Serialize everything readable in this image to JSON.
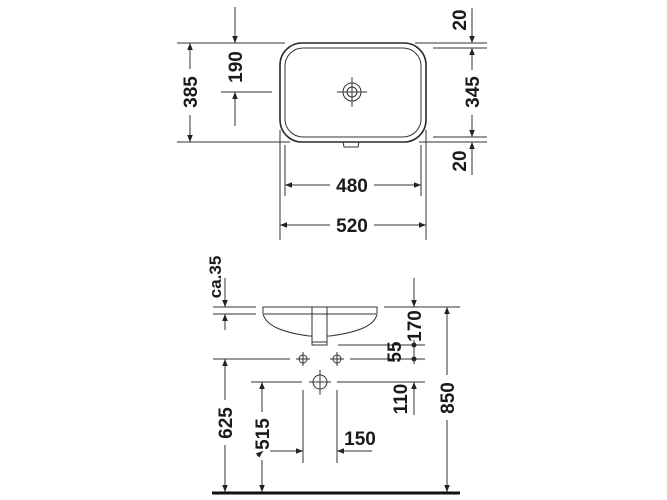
{
  "drawing": {
    "title": "Undercounter basin dimension drawing",
    "line_color": "#222222",
    "background": "#ffffff",
    "top_view": {
      "dimensions": {
        "overall_depth": "385",
        "drain_offset": "190",
        "outer_width": "520",
        "inner_width": "480",
        "inner_depth": "345",
        "rim_top": "20",
        "rim_bottom": "20"
      }
    },
    "side_view": {
      "dimensions": {
        "rim_height": "ca.35",
        "basin_depth": "170",
        "tap_spacing": "55",
        "drain_drop": "110",
        "total_height": "850",
        "tap_height": "625",
        "drain_height": "515",
        "drain_spacing": "150"
      }
    }
  }
}
